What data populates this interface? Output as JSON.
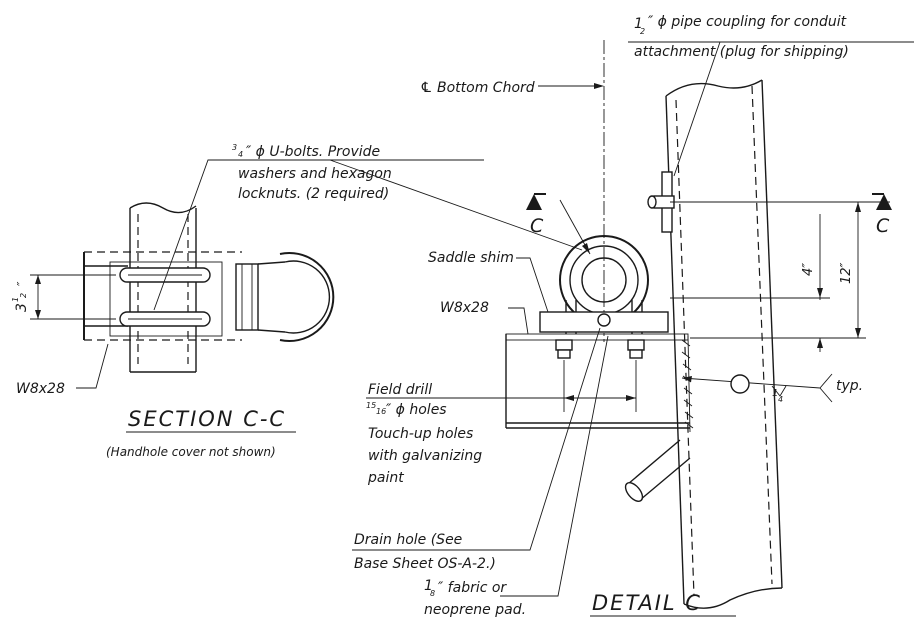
{
  "section": {
    "title": "SECTION C-C",
    "subtitle": "(Handhole cover not shown)",
    "member": "W8x28",
    "spacing_whole": "3",
    "spacing_frac": "1",
    "spacing_den": "2",
    "spacing_unit": "″"
  },
  "ubolt_note": {
    "num": "3",
    "den": "4",
    "line1_rest": "″ ϕ U-bolts.  Provide",
    "line2": "washers and hexagon",
    "line3": "locknuts.  (2 required)"
  },
  "detail": {
    "title": "DETAIL C",
    "bottom_chord": "℄ Bottom Chord",
    "saddle_shim": "Saddle shim",
    "member": "W8x28",
    "cut_letter_left": "C",
    "cut_letter_right": "C",
    "dim_small": "4″",
    "dim_large": "12″",
    "weld_size": "1",
    "weld_den": "4",
    "weld_note": "typ."
  },
  "pipe_note": {
    "num": "1",
    "den": "2",
    "line1_rest": "″ ϕ pipe coupling for conduit",
    "line2": "attachment (plug for shipping)"
  },
  "field_drill": {
    "line1": "Field drill",
    "num": "15",
    "den": "16",
    "line2_rest": "″ ϕ holes",
    "line3": "Touch-up holes",
    "line4": "with galvanizing",
    "line5": "paint"
  },
  "drain": {
    "line1": "Drain hole (See",
    "line2": "Base Sheet OS-A-2.)"
  },
  "pad": {
    "num": "1",
    "den": "8",
    "line1_rest": "″ fabric or",
    "line2": "neoprene pad."
  }
}
